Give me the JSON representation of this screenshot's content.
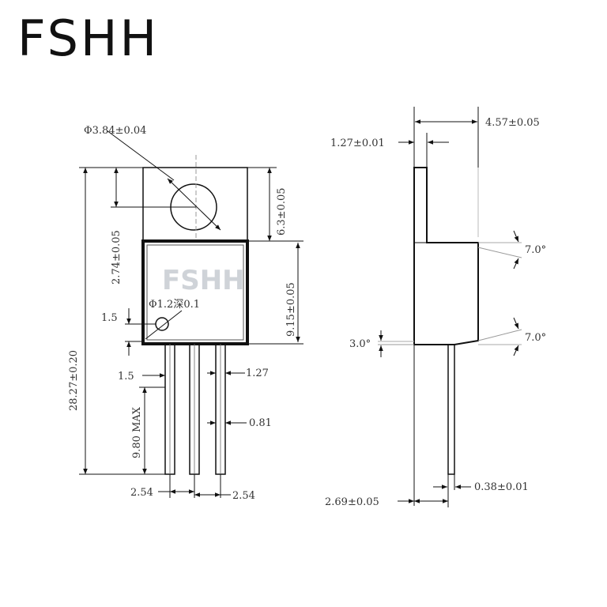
{
  "brand": "FSHH",
  "watermark": "FSHH",
  "front_view": {
    "hole_diameter": "Φ3.84±0.04",
    "hole_to_top": "2.74±0.05",
    "tab_height": "6.3±0.05",
    "body_height": "9.15±0.05",
    "overall_length": "28.27±0.20",
    "dimple": "Φ1.2深0.1",
    "dimple_offset_vertical": "1.5",
    "dimple_offset_horizontal": "1.5",
    "lead_width": "1.27",
    "lead_thickness": "0.81",
    "lead_length": "9.80 MAX",
    "lead_pitch_left": "2.54",
    "lead_pitch_right": "2.54"
  },
  "side_view": {
    "body_thickness": "4.57±0.05",
    "tab_thickness": "1.27±0.01",
    "draft_angle_top": "7.0°",
    "draft_angle_bottom": "7.0°",
    "body_bottom_angle": "3.0°",
    "lead_thickness": "0.38±0.01",
    "lead_offset": "2.69±0.05"
  }
}
